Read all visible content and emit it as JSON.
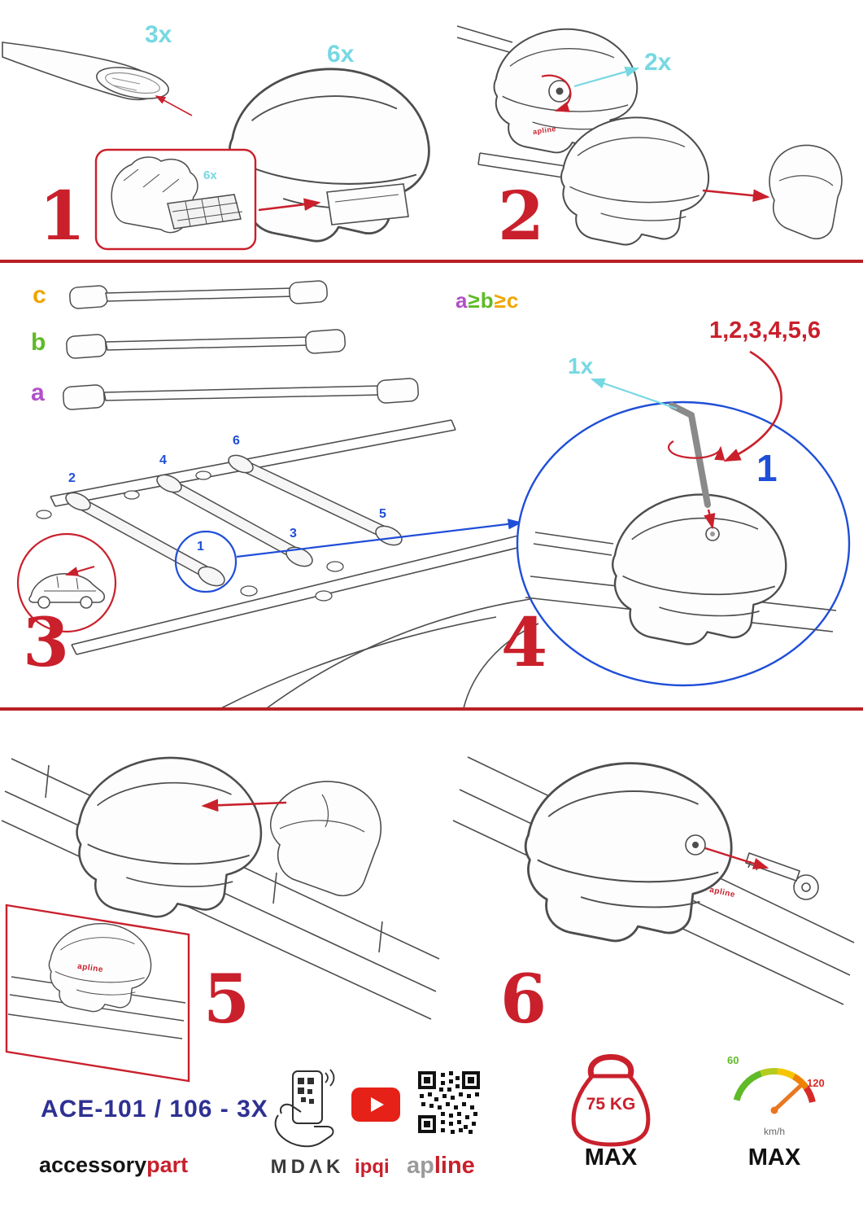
{
  "colors": {
    "red": "#c9202c",
    "cyan": "#76d8e2",
    "blue": "#1f4ed8",
    "purple": "#b14fc9",
    "green": "#5fba27",
    "orange": "#f0a500",
    "navy": "#2e3192"
  },
  "step1": {
    "num": "1",
    "bar_qty": "3x",
    "foot_qty": "6x",
    "pad_qty": "6x"
  },
  "step2": {
    "num": "2",
    "key_qty": "2x",
    "foot_logo": "apline"
  },
  "step3": {
    "num": "3",
    "label_a": "a",
    "label_b": "b",
    "label_c": "c",
    "positions": [
      "1",
      "2",
      "3",
      "4",
      "5",
      "6"
    ]
  },
  "step4": {
    "num": "4",
    "tool_qty": "1x",
    "sequence": "1,2,3,4,5,6",
    "first": "1",
    "rule_a": "a",
    "rule_geq1": "≥",
    "rule_b": "b",
    "rule_geq2": "≥",
    "rule_c": "c"
  },
  "step5": {
    "num": "5",
    "foot_logo": "apline"
  },
  "step6": {
    "num": "6",
    "foot_logo": "apline"
  },
  "footer": {
    "model": "ACE-101 / 106 - 3X",
    "brand_black": "accessory",
    "brand_red": "part",
    "mdak": "MDΛK",
    "ipqi": "ipqi",
    "apline_gray": "ap",
    "apline_red": "line",
    "weight": "75 KG",
    "weight_max": "MAX",
    "speed_low": "60",
    "speed_high": "120",
    "speed_unit": "km/h",
    "speed_max": "MAX"
  }
}
